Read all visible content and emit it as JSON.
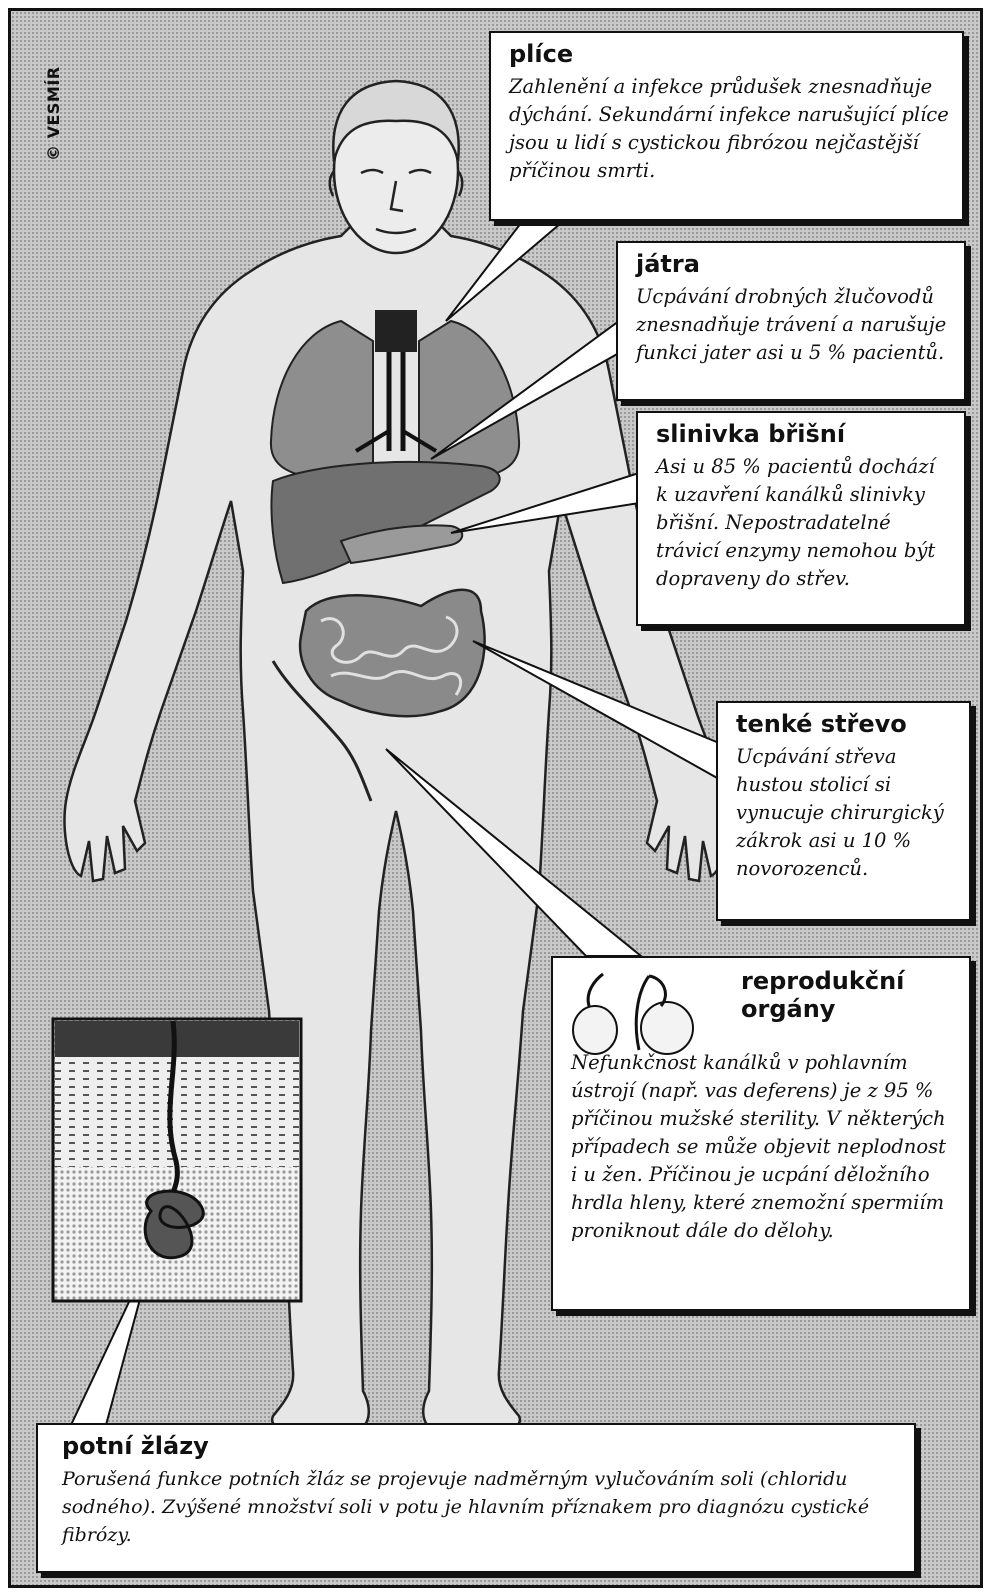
{
  "credit": "© VESMÍR",
  "callouts": {
    "lungs": {
      "title": "plíce",
      "text": "Zahlenění a infekce průdušek znesnadňuje dýchání. Sekundární infekce narušující plíce jsou u lidí s cystickou fibrózou nejčastější příčinou smrti."
    },
    "liver": {
      "title": "játra",
      "text": "Ucpávání drobných žlučovodů znesnadňuje trávení a narušuje funkci jater asi u 5 % pacientů."
    },
    "pancreas": {
      "title": "slinivka břišní",
      "text": "Asi u 85 % pacientů dochází k uzavření kanálků slinivky břišní. Nepostradatelné trávicí enzymy nemohou být dopraveny do střev."
    },
    "intestine": {
      "title": "tenké střevo",
      "text": "Ucpávání střeva hustou stolicí si vynucuje chirurgický zákrok asi u 10 % novorozenců."
    },
    "reproductive": {
      "title": "reprodukční orgány",
      "text": "Nefunkčnost kanálků v pohlavním ústrojí (např. vas deferens) je z 95 % příčinou mužské sterility. V některých případech se může objevit neplodnost i u žen. Příčinou je ucpání děložního hrdla hleny, které znemožní spermiím proniknout dále do dělohy."
    },
    "sweat": {
      "title": "potní žlázy",
      "text": "Porušená funkce potních žláz se projevuje nadměrným vylučováním soli (chloridu sodného). Zvýšené množství soli v potu je hlavním příznakem pro diagnózu cystické fibrózy."
    }
  }
}
